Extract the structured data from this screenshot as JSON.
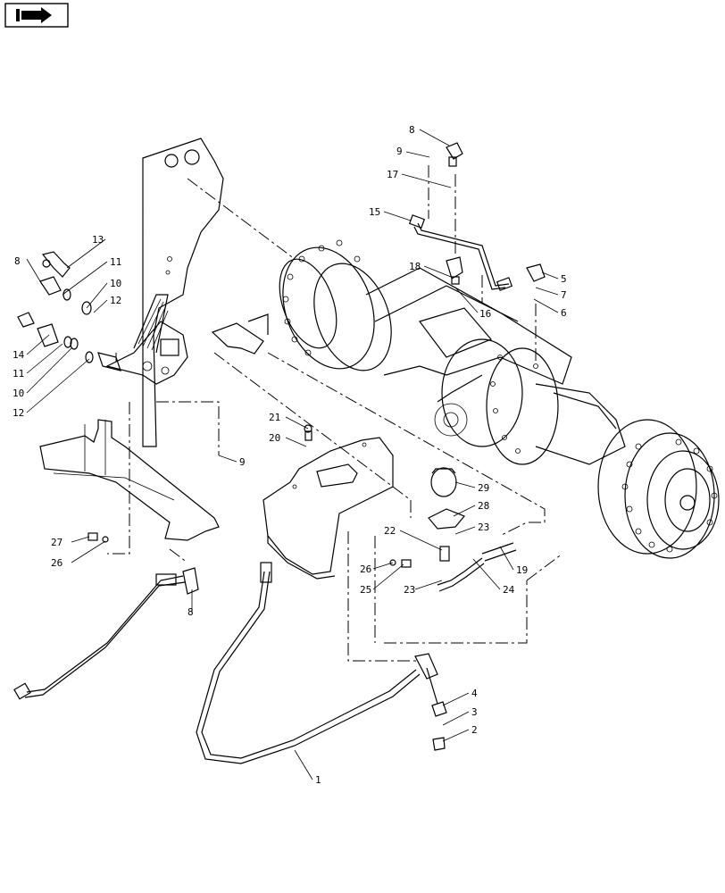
{
  "nav_icon": "forward-arrow-icon",
  "callouts": {
    "c1": "1",
    "c2": "2",
    "c3": "3",
    "c4": "4",
    "c5": "5",
    "c6": "6",
    "c7": "7",
    "c8a": "8",
    "c8b": "8",
    "c8c": "8",
    "c9a": "9",
    "c9b": "9",
    "c10a": "10",
    "c10b": "10",
    "c11a": "11",
    "c11b": "11",
    "c12a": "12",
    "c12b": "12",
    "c13": "13",
    "c14": "14",
    "c15": "15",
    "c16": "16",
    "c17": "17",
    "c18": "18",
    "c19": "19",
    "c20": "20",
    "c21": "21",
    "c22": "22",
    "c23a": "23",
    "c23b": "23",
    "c24": "24",
    "c25": "25",
    "c26a": "26",
    "c26b": "26",
    "c27": "27",
    "c28": "28",
    "c29": "29"
  }
}
